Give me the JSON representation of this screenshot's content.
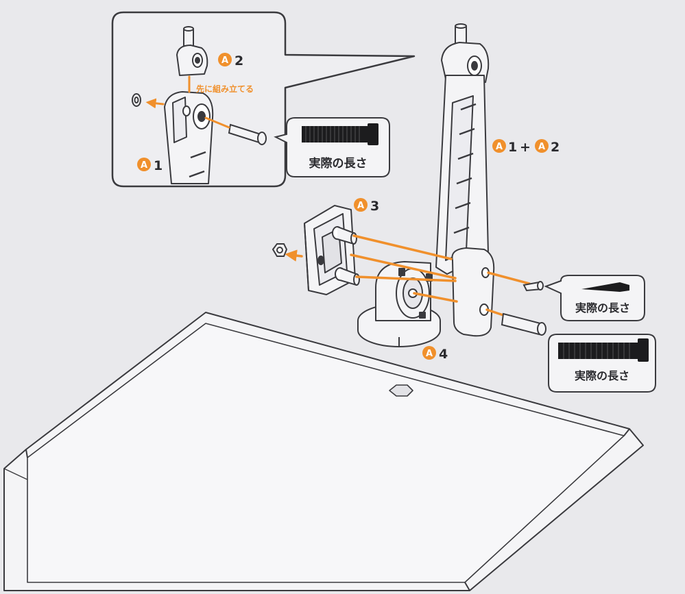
{
  "colors": {
    "accent": "#f0902c",
    "line": "#3a3a3e",
    "paper": "#e9e9ec",
    "part_fill": "#f4f4f6",
    "screw_dark": "#1c1c1e"
  },
  "icons": {
    "badge": "letter-A-circle-badge",
    "arrow": "orange-direction-arrow"
  },
  "callouts": {
    "a2": {
      "letter": "A",
      "num": "2"
    },
    "a1": {
      "letter": "A",
      "num": "1"
    },
    "a1_plus_a2": {
      "letter_1": "A",
      "num_1": "1",
      "plus": "+",
      "letter_2": "A",
      "num_2": "2"
    },
    "a3": {
      "letter": "A",
      "num": "3"
    },
    "a4": {
      "letter": "A",
      "num": "4"
    }
  },
  "notes": {
    "assemble_first": "先に組み立てる",
    "actual_size_1": "実際の長さ",
    "actual_size_2": "実際の長さ",
    "actual_size_3": "実際の長さ"
  }
}
